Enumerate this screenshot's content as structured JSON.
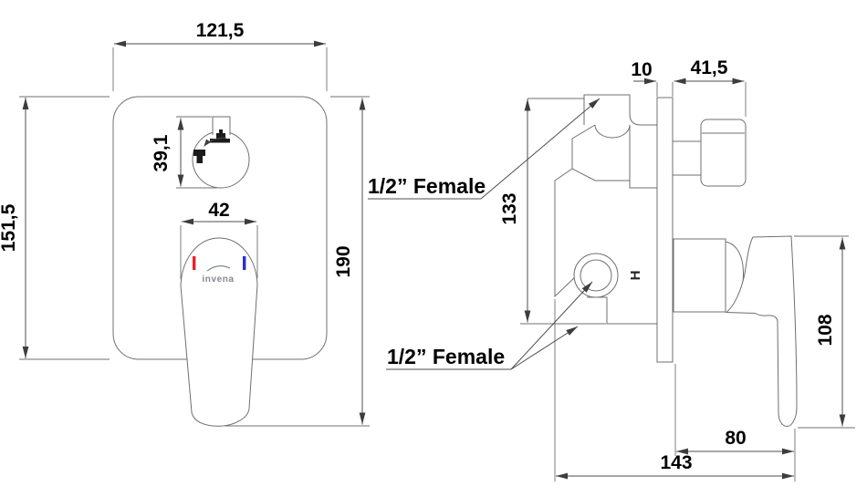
{
  "front_view": {
    "dim_plate_width": "121,5",
    "dim_plate_height": "151,5",
    "dim_diverter_height": "39,1",
    "dim_handle_width": "42",
    "dim_total_height": "190",
    "brand_logo": "invena"
  },
  "side_view": {
    "dim_plate_thickness": "10",
    "dim_diverter_depth": "41,5",
    "dim_body_height": "133",
    "dim_handle_height": "108",
    "dim_handle_depth": "80",
    "dim_total_depth": "143",
    "hot_port_marking": "H",
    "top_port_label": "1/2” Female",
    "side_port_label": "1/2” Female"
  },
  "colors": {
    "hot_indicator": "#e8212b",
    "cold_indicator": "#2a2fd4"
  },
  "icons": {
    "diverter_top": "shower-head-icon",
    "diverter_left": "tub-spout-icon",
    "diverter_motion": "rotate-arrow-icon"
  }
}
